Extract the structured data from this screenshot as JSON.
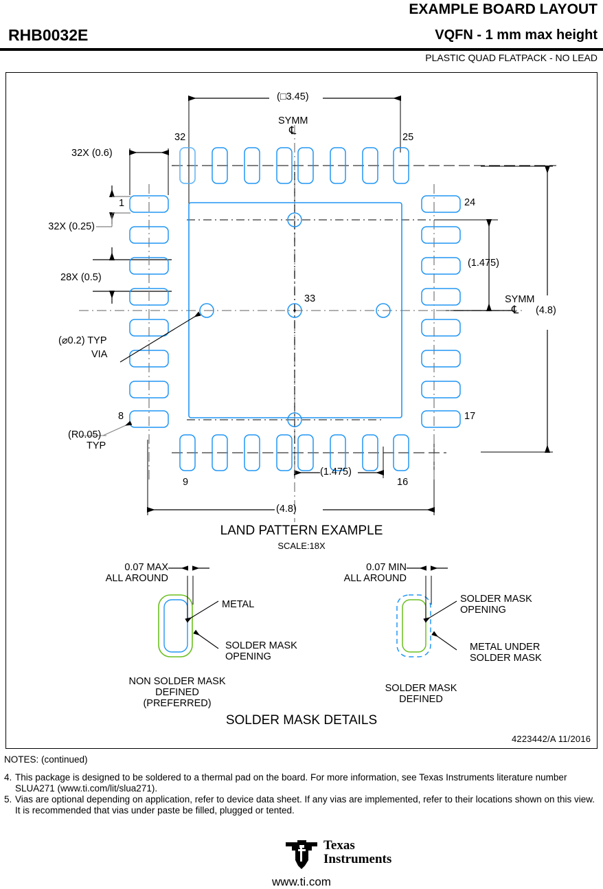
{
  "header": {
    "title": "EXAMPLE BOARD LAYOUT",
    "part_number": "RHB0032E",
    "package": "VQFN - 1 mm max height",
    "subtitle": "PLASTIC QUAD FLATPACK - NO LEAD"
  },
  "drawing": {
    "doc_number": "4223442/A   11/2016",
    "view_title": "LAND PATTERN EXAMPLE",
    "view_scale": "SCALE:18X",
    "solder_mask_title": "SOLDER MASK DETAILS",
    "dimensions": {
      "pad_square": "(□3.45)",
      "pad_length": "32X (0.6)",
      "pad_width": "32X (0.25)",
      "pitch": "28X (0.5)",
      "via_dia": "(⌀0.2) TYP",
      "via_label": "VIA",
      "corner_radius": "(R0.05)",
      "corner_radius_typ": "TYP",
      "via_spacing_v": "(1.475)",
      "via_spacing_h": "(1.475)",
      "overall_width": "(4.8)",
      "overall_height": "(4.8)",
      "symm_top": "SYMM",
      "symm_right": "SYMM",
      "centerline_glyph": "℄"
    },
    "pin_labels": {
      "p1": "1",
      "p8": "8",
      "p9": "9",
      "p16": "16",
      "p17": "17",
      "p24": "24",
      "p25": "25",
      "p32": "32",
      "p33": "33"
    },
    "solder_mask": {
      "left": {
        "clearance": "0.07 MAX",
        "clearance_2": "ALL AROUND",
        "callout_1": "METAL",
        "callout_2": "SOLDER MASK",
        "callout_2b": "OPENING",
        "caption_1": "NON SOLDER MASK",
        "caption_2": "DEFINED",
        "caption_3": "(PREFERRED)"
      },
      "right": {
        "clearance": "0.07 MIN",
        "clearance_2": "ALL AROUND",
        "callout_1": "SOLDER MASK",
        "callout_1b": "OPENING",
        "callout_2": "METAL UNDER",
        "callout_2b": "SOLDER MASK",
        "caption_1": "SOLDER MASK",
        "caption_2": "DEFINED"
      }
    }
  },
  "notes": {
    "heading": "NOTES: (continued)",
    "items": [
      {
        "number": "4.",
        "text": "This package is designed to be soldered to a thermal pad on the board. For more information, see Texas Instruments literature number SLUA271 (www.ti.com/lit/slua271)."
      },
      {
        "number": "5.",
        "text": "Vias are optional depending on application, refer to device data sheet. If any vias are implemented, refer to their locations shown on this view. It is recommended that vias under paste be filled, plugged or tented."
      }
    ]
  },
  "footer": {
    "company_line1": "Texas",
    "company_line2": "Instruments",
    "url": "www.ti.com"
  },
  "colors": {
    "pad_stroke": "#2196f3",
    "pad_stroke_light": "#90caf9",
    "metal_green": "#6abf1f",
    "line_black": "#000000",
    "centerline_gray": "#808080"
  }
}
